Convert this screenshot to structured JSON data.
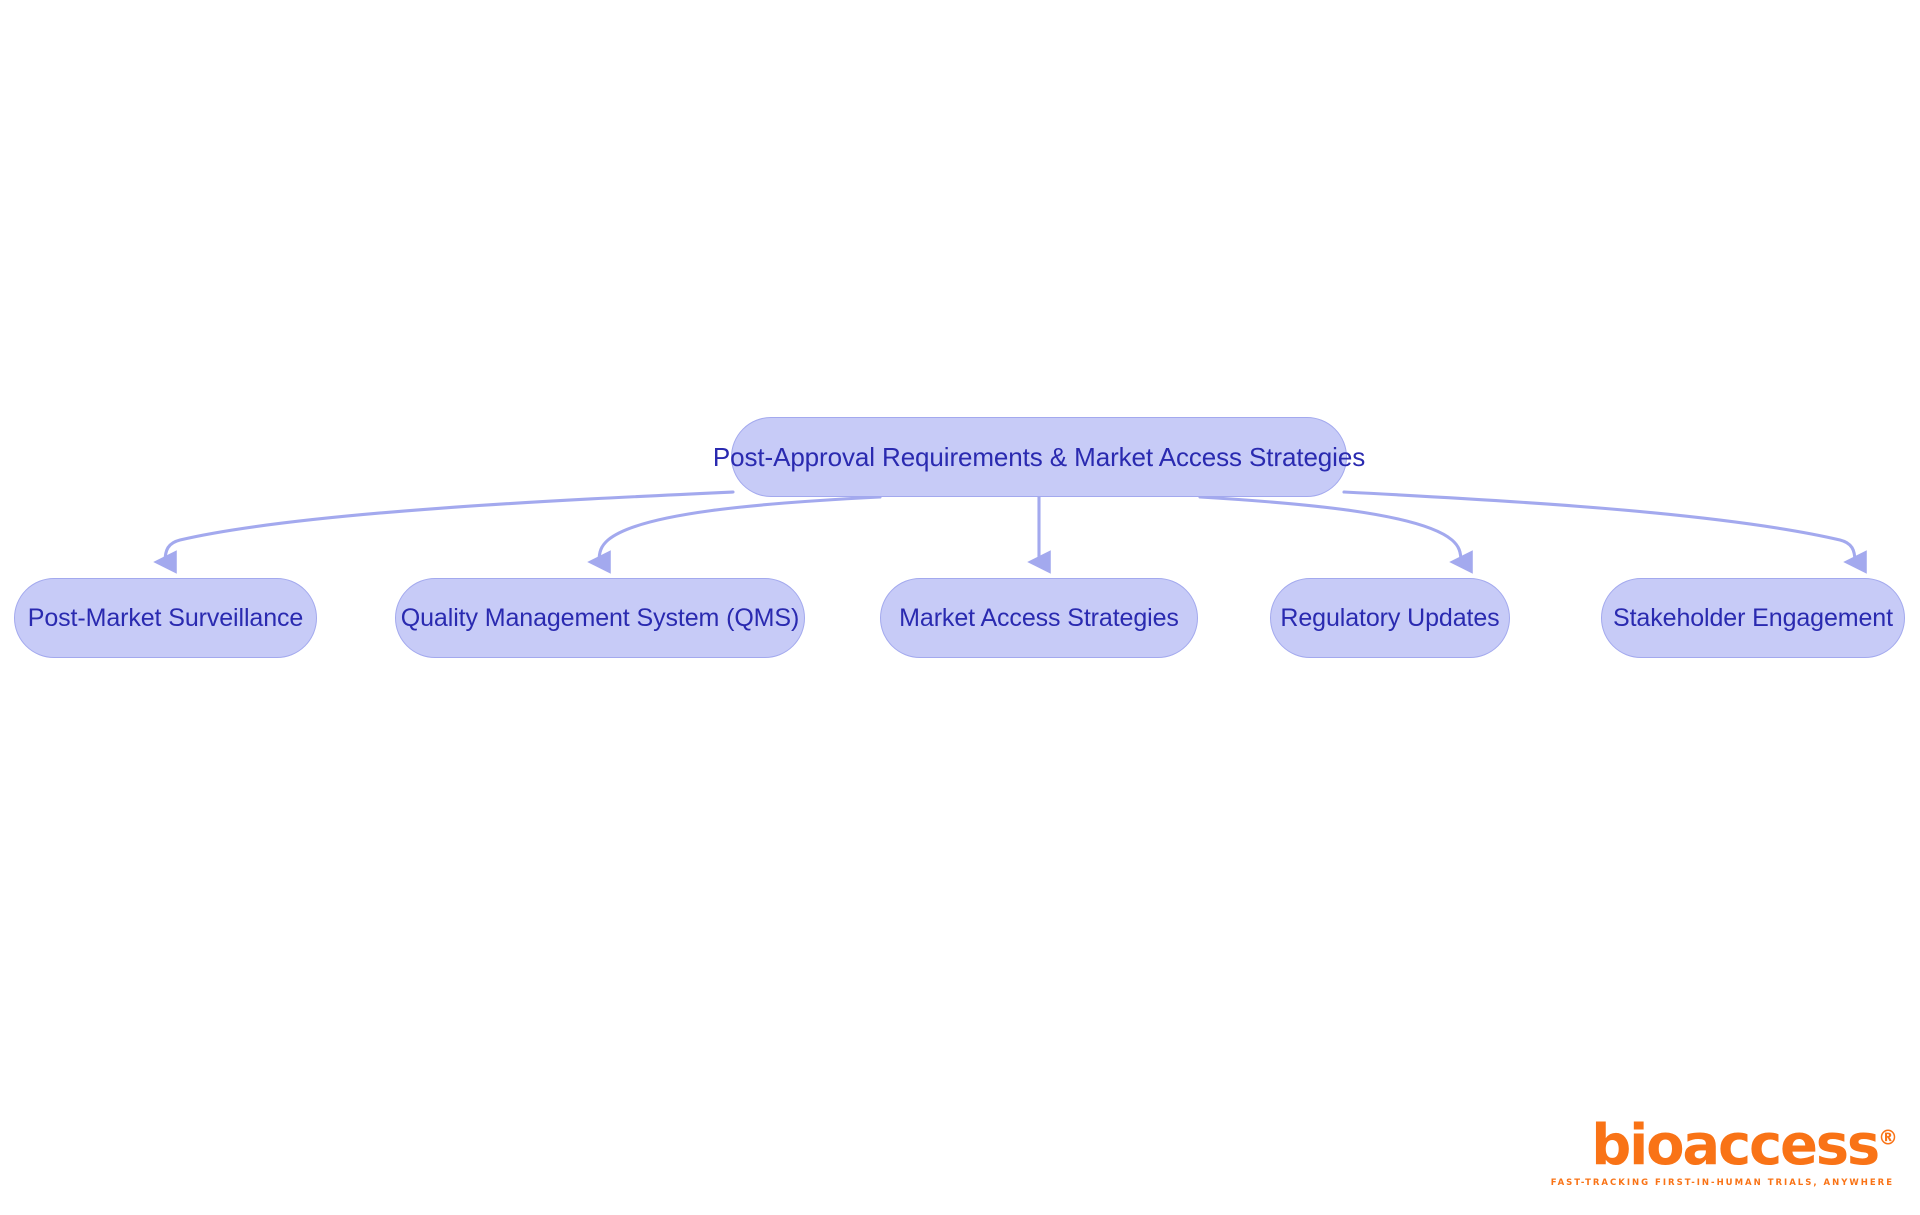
{
  "diagram": {
    "type": "flowchart",
    "orientation": "top-down",
    "title": "Post-Approval Requirements & Market Access Strategies",
    "colors": {
      "node_fill": "#c7cbf7",
      "node_border": "#a3a9ee",
      "node_text": "#2a2ab0",
      "edge": "#a3a9ee",
      "background": "#ffffff",
      "logo": "#f97316"
    },
    "root": {
      "id": "root",
      "label": "Post-Approval Requirements & Market Access Strategies"
    },
    "children": [
      {
        "id": "post-market-surveillance",
        "label": "Post-Market Surveillance"
      },
      {
        "id": "quality-management-system",
        "label": "Quality Management System (QMS)"
      },
      {
        "id": "market-access-strategies",
        "label": "Market Access Strategies"
      },
      {
        "id": "regulatory-updates",
        "label": "Regulatory Updates"
      },
      {
        "id": "stakeholder-engagement",
        "label": "Stakeholder Engagement"
      }
    ],
    "edges": [
      {
        "from": "root",
        "to": "post-market-surveillance"
      },
      {
        "from": "root",
        "to": "quality-management-system"
      },
      {
        "from": "root",
        "to": "market-access-strategies"
      },
      {
        "from": "root",
        "to": "regulatory-updates"
      },
      {
        "from": "root",
        "to": "stakeholder-engagement"
      }
    ]
  },
  "logo": {
    "wordmark": "bioaccess",
    "registered": "®",
    "tagline": "FAST-TRACKING FIRST-IN-HUMAN TRIALS, ANYWHERE"
  }
}
